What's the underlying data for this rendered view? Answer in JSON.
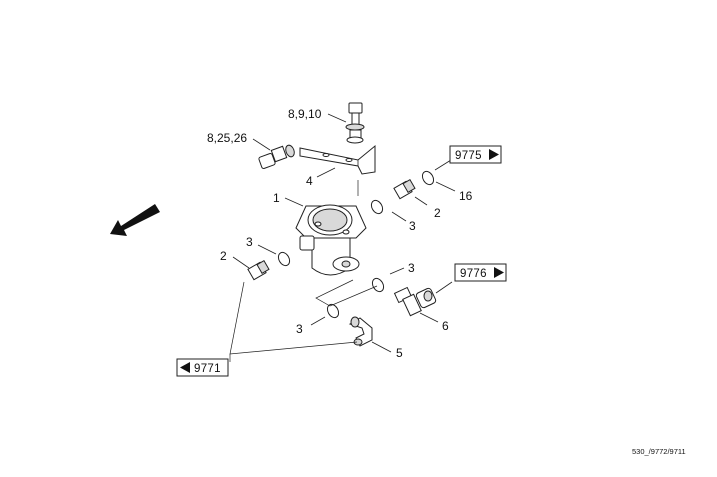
{
  "callouts": {
    "c1": "1",
    "c2_left": "2",
    "c2_right": "2",
    "c3_left": "3",
    "c3_upper": "3",
    "c3_mid": "3",
    "c3_lower": "3",
    "c4": "4",
    "c5": "5",
    "c6": "6",
    "c16": "16",
    "c8910": "8,9,10",
    "c82526": "8,25,26"
  },
  "references": {
    "r9775": "9775",
    "r9776": "9776",
    "r9771": "9771"
  },
  "footer": {
    "code": "530_/9772/9711"
  },
  "icons": {
    "direction_arrow": "direction-arrow-icon",
    "ref_arrow_right": "triangle-right-icon",
    "ref_arrow_left": "triangle-left-icon"
  }
}
